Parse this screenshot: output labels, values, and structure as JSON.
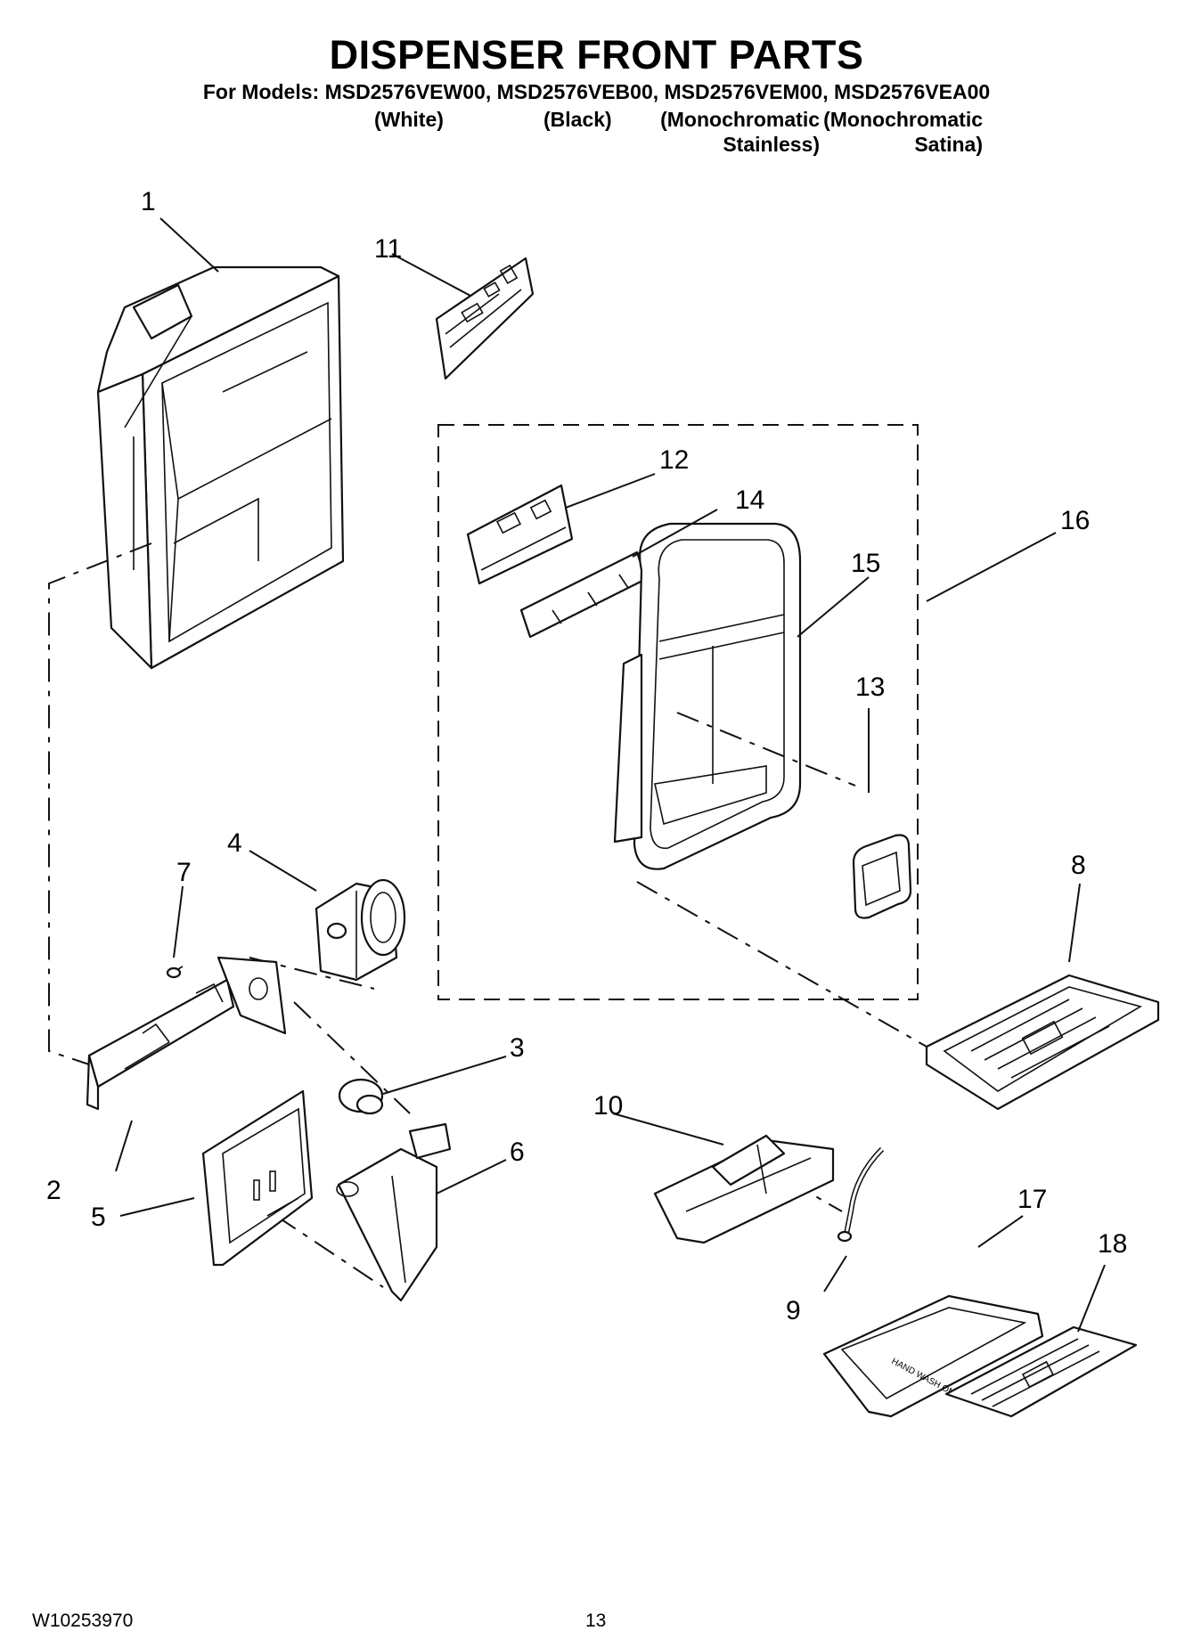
{
  "header": {
    "title": "DISPENSER FRONT PARTS",
    "models": "For Models: MSD2576VEW00, MSD2576VEB00, MSD2576VEM00, MSD2576VEA00",
    "variants": [
      {
        "line1": "(White)",
        "line2": ""
      },
      {
        "line1": "(Black)",
        "line2": ""
      },
      {
        "line1": "(Monochromatic",
        "line2": "Stainless)"
      },
      {
        "line1": "(Monochromatic",
        "line2": "Satina)"
      }
    ]
  },
  "callouts": [
    "1",
    "2",
    "3",
    "4",
    "5",
    "6",
    "7",
    "8",
    "9",
    "10",
    "11",
    "12",
    "13",
    "14",
    "15",
    "16",
    "17",
    "18"
  ],
  "tray_label": "HAND WASH ONLY",
  "footer": {
    "doc_number": "W10253970",
    "page_number": "13"
  }
}
